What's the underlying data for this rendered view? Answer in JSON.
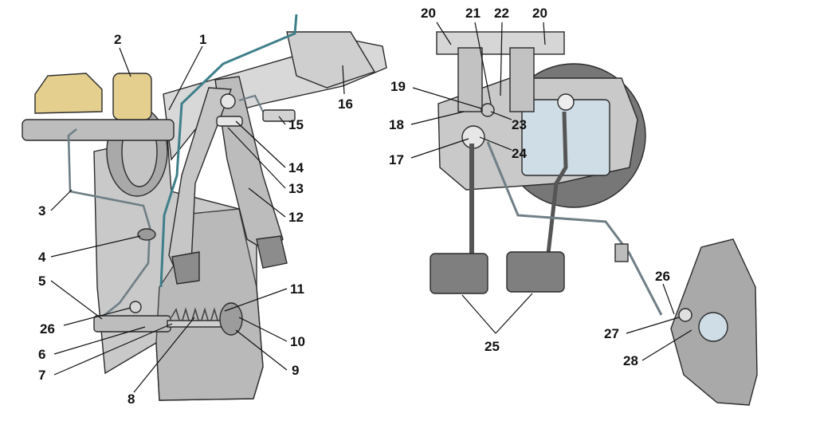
{
  "colors": {
    "background": "#ffffff",
    "body_gray": "#c9c9c9",
    "light_gray": "#dcdcdc",
    "dark_gray": "#8c8c8c",
    "reservoir_yellow": "#e4cf8f",
    "brake_line_teal": "#3f7f8a",
    "booster_dark": "#777777",
    "panel_blue": "#cfdde6",
    "outline": "#2a2a2a",
    "label_text": "#111111"
  },
  "callouts": [
    {
      "id": "c1",
      "text": "1"
    },
    {
      "id": "c2",
      "text": "2"
    },
    {
      "id": "c3",
      "text": "3"
    },
    {
      "id": "c4",
      "text": "4"
    },
    {
      "id": "c5",
      "text": "5"
    },
    {
      "id": "c26a",
      "text": "26"
    },
    {
      "id": "c6",
      "text": "6"
    },
    {
      "id": "c7",
      "text": "7"
    },
    {
      "id": "c8",
      "text": "8"
    },
    {
      "id": "c9",
      "text": "9"
    },
    {
      "id": "c10",
      "text": "10"
    },
    {
      "id": "c11",
      "text": "11"
    },
    {
      "id": "c12",
      "text": "12"
    },
    {
      "id": "c13",
      "text": "13"
    },
    {
      "id": "c14",
      "text": "14"
    },
    {
      "id": "c15",
      "text": "15"
    },
    {
      "id": "c16",
      "text": "16"
    },
    {
      "id": "c17",
      "text": "17"
    },
    {
      "id": "c18",
      "text": "18"
    },
    {
      "id": "c19",
      "text": "19"
    },
    {
      "id": "c20a",
      "text": "20"
    },
    {
      "id": "c21",
      "text": "21"
    },
    {
      "id": "c22",
      "text": "22"
    },
    {
      "id": "c20b",
      "text": "20"
    },
    {
      "id": "c23",
      "text": "23"
    },
    {
      "id": "c24",
      "text": "24"
    },
    {
      "id": "c25",
      "text": "25"
    },
    {
      "id": "c26b",
      "text": "26"
    },
    {
      "id": "c27",
      "text": "27"
    },
    {
      "id": "c28",
      "text": "28"
    }
  ]
}
